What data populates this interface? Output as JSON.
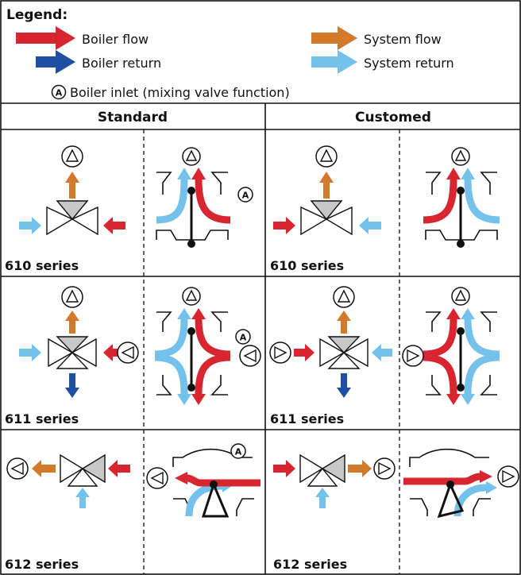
{
  "legend": {
    "title": "Legend:",
    "boiler_flow": "Boiler flow",
    "system_flow": "System flow",
    "boiler_return": "Boiler return",
    "system_return": "System return",
    "inlet_letter": "A",
    "inlet_label": "Boiler inlet (mixing valve function)"
  },
  "columns": {
    "standard": "Standard",
    "customed": "Customed"
  },
  "rows": [
    {
      "series": "610 series"
    },
    {
      "series": "611 series"
    },
    {
      "series": "612 series"
    }
  ],
  "colors": {
    "boiler_flow": "#d7262f",
    "boiler_return": "#1f4fa3",
    "system_flow": "#d27a2c",
    "system_return": "#74c1ec",
    "valve_fill": "#c8c8c8",
    "line": "#111111"
  }
}
